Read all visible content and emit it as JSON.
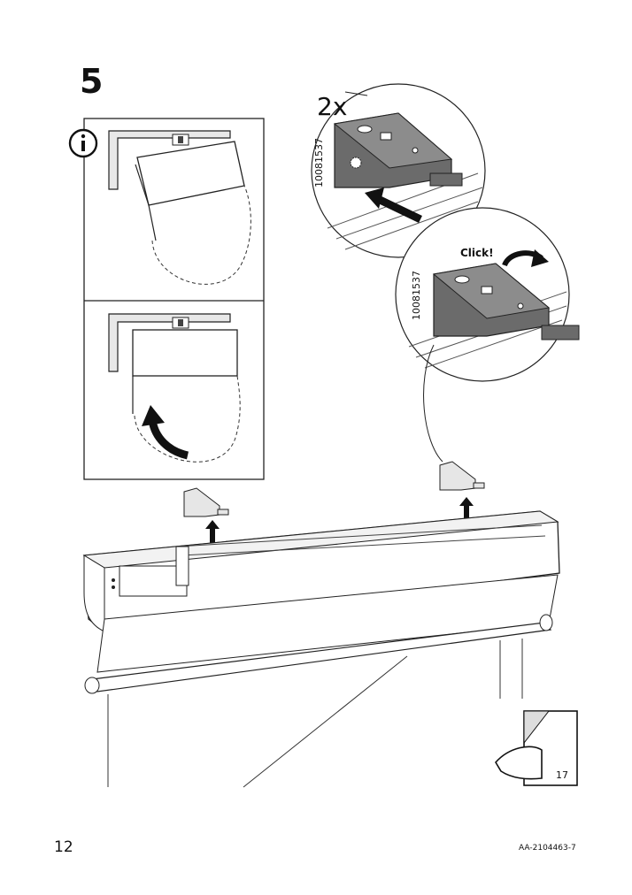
{
  "step": {
    "number": "5"
  },
  "info_panel": {
    "icon": "info-icon"
  },
  "detail_top": {
    "quantity": "2x",
    "part_number": "10081537"
  },
  "detail_bottom": {
    "click_label": "Click!",
    "part_number": "10081537"
  },
  "page_ref": {
    "number": "17",
    "icon": "page-turn-hand-icon"
  },
  "footer": {
    "page_number": "12",
    "doc_code": "AA-2104463-7"
  }
}
